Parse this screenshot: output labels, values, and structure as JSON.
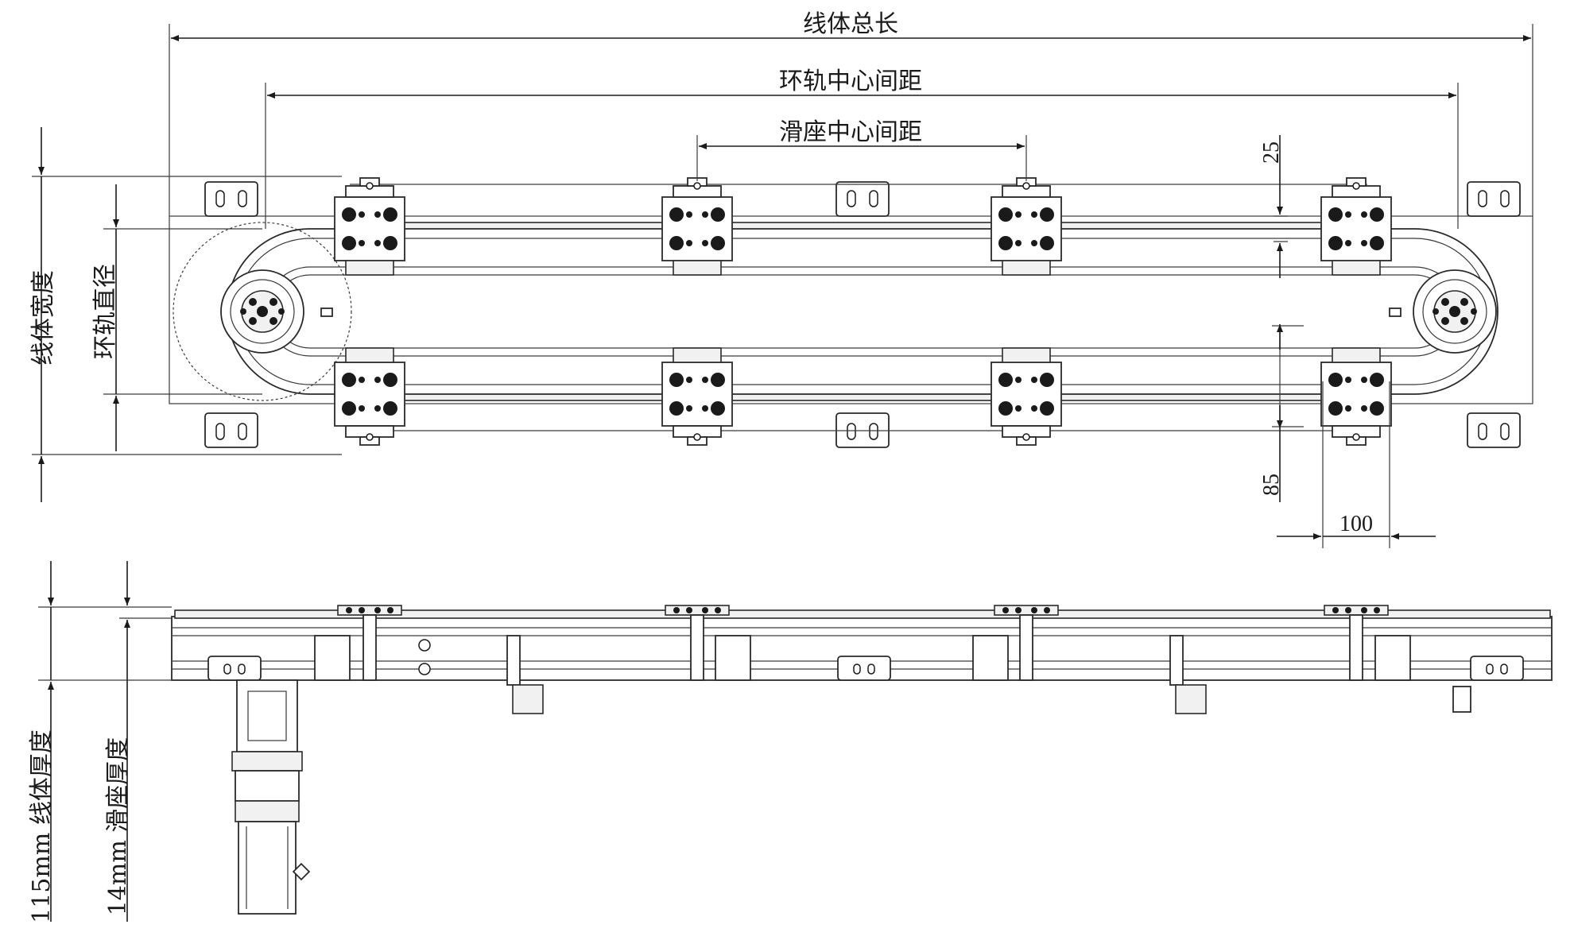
{
  "plan_view": {
    "total_length_label": "线体总长",
    "ring_center_distance_label": "环轨中心间距",
    "slider_center_distance_label": "滑座中心间距",
    "width_label": "线体宽度",
    "ring_diameter_label": "环轨直径",
    "dim_25": "25",
    "dim_85": "85",
    "dim_100": "100"
  },
  "side_view": {
    "line_thickness_label": "115mm 线体厚度",
    "slider_thickness_label": "14mm 滑座厚度"
  },
  "colors": {
    "line": "#1a1a1a",
    "fill": "#f1f1f1"
  }
}
